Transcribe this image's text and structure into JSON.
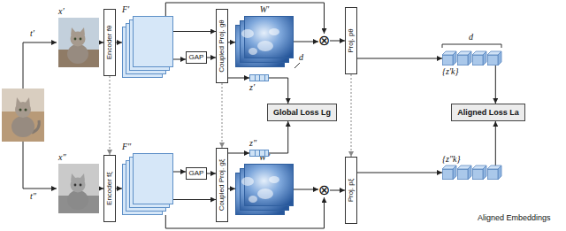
{
  "diagram": {
    "nodes": [
      {
        "text": [
          "x′"
        ]
      },
      {
        "text": [
          "Encoder fθ"
        ]
      },
      {
        "text": [
          "F′"
        ]
      },
      {
        "text": [
          "GAP"
        ]
      },
      {
        "text": [
          "Coupled Proj. gθ"
        ]
      },
      {
        "text": [
          "W′"
        ]
      },
      {
        "text": [
          "⊗"
        ]
      },
      {
        "text": [
          "Proj. pθ"
        ]
      },
      {
        "text": [
          "z′"
        ]
      },
      {
        "text": [
          "Global Loss Lg"
        ]
      },
      {
        "text": [
          "{z′k}"
        ]
      },
      {
        "text": [
          "Aligned Loss La"
        ]
      },
      {
        "text": [
          "x″"
        ]
      },
      {
        "text": [
          "Encoder fξ"
        ]
      },
      {
        "text": [
          "F″"
        ]
      },
      {
        "text": [
          "GAP"
        ]
      },
      {
        "text": [
          "Coupled Proj. gξ"
        ]
      },
      {
        "text": [
          "W″"
        ]
      },
      {
        "text": [
          "⊗"
        ]
      },
      {
        "text": [
          "Proj. pξ"
        ]
      },
      {
        "text": [
          "z″"
        ]
      },
      {
        "text": [
          "{z″k}"
        ]
      }
    ],
    "edges": [
      {
        "from": 0,
        "to": 1,
        "arrow": "to"
      },
      {
        "from": 1,
        "to": 2,
        "arrow": "to"
      },
      {
        "from": 2,
        "to": 4,
        "arrow": "to"
      },
      {
        "from": 2,
        "to": 3,
        "arrow": "to"
      },
      {
        "from": 3,
        "to": 4,
        "arrow": "to"
      },
      {
        "from": 2,
        "to": 6,
        "arrow": "to"
      },
      {
        "from": 4,
        "to": 5,
        "arrow": "to"
      },
      {
        "from": 5,
        "to": 6,
        "arrow": "to"
      },
      {
        "from": 6,
        "to": 7,
        "arrow": "to"
      },
      {
        "from": 7,
        "to": 10,
        "arrow": "to"
      },
      {
        "from": 4,
        "to": 8,
        "arrow": "to"
      },
      {
        "from": 8,
        "to": 9,
        "arrow": "to"
      },
      {
        "from": 10,
        "to": 11,
        "arrow": "to"
      },
      {
        "from": 1,
        "to": 13,
        "arrow": "to"
      },
      {
        "from": 4,
        "to": 16,
        "arrow": "to"
      },
      {
        "from": 7,
        "to": 19,
        "arrow": "to"
      },
      {
        "from": 12,
        "to": 13,
        "arrow": "to"
      },
      {
        "from": 13,
        "to": 14,
        "arrow": "to"
      },
      {
        "from": 14,
        "to": 16,
        "arrow": "to"
      },
      {
        "from": 14,
        "to": 15,
        "arrow": "to"
      },
      {
        "from": 15,
        "to": 16,
        "arrow": "to"
      },
      {
        "from": 14,
        "to": 18,
        "arrow": "to"
      },
      {
        "from": 16,
        "to": 17,
        "arrow": "to"
      },
      {
        "from": 17,
        "to": 18,
        "arrow": "to"
      },
      {
        "from": 18,
        "to": 19,
        "arrow": "to"
      },
      {
        "from": 19,
        "to": 21,
        "arrow": "to"
      },
      {
        "from": 16,
        "to": 20,
        "arrow": "to"
      },
      {
        "from": 20,
        "to": 9,
        "arrow": "to"
      },
      {
        "from": 21,
        "to": 11,
        "arrow": "to"
      }
    ],
    "labels": [
      "t′",
      "t″",
      "d",
      "d",
      "Aligned Embeddings"
    ]
  }
}
